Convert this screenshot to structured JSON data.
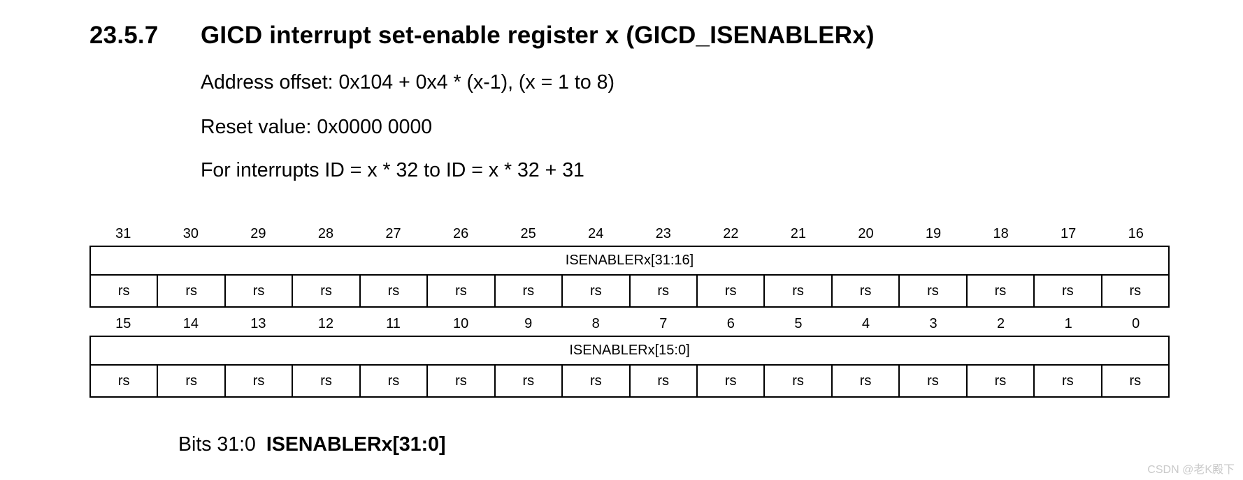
{
  "heading": {
    "section_number": "23.5.7",
    "title": "GICD interrupt set-enable register x (GICD_ISENABLERx)"
  },
  "meta": {
    "address_offset": "Address offset: 0x104 + 0x4 * (x-1), (x = 1 to 8)",
    "reset_value": "Reset value: 0x0000 0000",
    "interrupts_range": "For interrupts ID = x * 32 to ID = x * 32 + 31"
  },
  "register_diagram": {
    "upper": {
      "bit_labels": [
        "31",
        "30",
        "29",
        "28",
        "27",
        "26",
        "25",
        "24",
        "23",
        "22",
        "21",
        "20",
        "19",
        "18",
        "17",
        "16"
      ],
      "field_label": "ISENABLERx[31:16]",
      "access_labels": [
        "rs",
        "rs",
        "rs",
        "rs",
        "rs",
        "rs",
        "rs",
        "rs",
        "rs",
        "rs",
        "rs",
        "rs",
        "rs",
        "rs",
        "rs",
        "rs"
      ]
    },
    "lower": {
      "bit_labels": [
        "15",
        "14",
        "13",
        "12",
        "11",
        "10",
        "9",
        "8",
        "7",
        "6",
        "5",
        "4",
        "3",
        "2",
        "1",
        "0"
      ],
      "field_label": "ISENABLERx[15:0]",
      "access_labels": [
        "rs",
        "rs",
        "rs",
        "rs",
        "rs",
        "rs",
        "rs",
        "rs",
        "rs",
        "rs",
        "rs",
        "rs",
        "rs",
        "rs",
        "rs",
        "rs"
      ]
    }
  },
  "field_description": {
    "bits_label": "Bits 31:0",
    "field_name": "ISENABLERx[31:0]"
  },
  "watermark": "CSDN @老K殿下",
  "colors": {
    "background": "#ffffff",
    "text": "#000000",
    "table_border": "#000000",
    "watermark": "#cacaca"
  }
}
